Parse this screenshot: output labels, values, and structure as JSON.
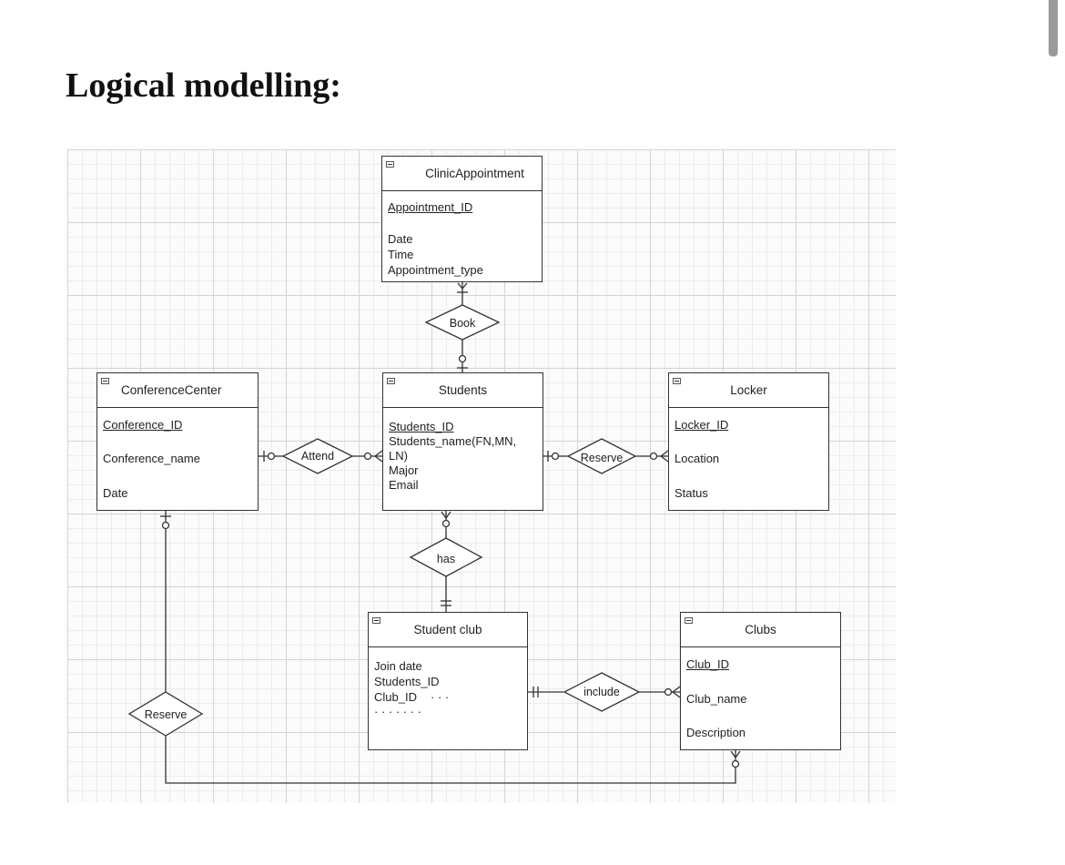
{
  "page": {
    "heading": "Logical modelling:"
  },
  "entities": {
    "clinic_appointment": {
      "title": "ClinicAppointment",
      "pk": "Appointment_ID",
      "attrs": [
        "Date",
        "Time",
        "Appointment_type"
      ]
    },
    "conference_center": {
      "title": "ConferenceCenter",
      "pk": "Conference_ID",
      "attrs": [
        "Conference_name",
        "Date"
      ]
    },
    "students": {
      "title": "Students",
      "pk": "Students_ID",
      "attrs": [
        "Students_name(FN,MN,",
        "LN)",
        "Major",
        "Email"
      ]
    },
    "locker": {
      "title": "Locker",
      "pk": "Locker_ID",
      "attrs": [
        "Location",
        "Status"
      ]
    },
    "student_club": {
      "title": "Student club",
      "attrs": [
        "Join date",
        "Students_ID",
        "Club_ID",
        "· · ·",
        "· · · · · · ·"
      ]
    },
    "clubs": {
      "title": "Clubs",
      "pk": "Club_ID",
      "attrs": [
        "Club_name",
        "Description"
      ]
    }
  },
  "relationships": {
    "book": "Book",
    "attend": "Attend",
    "reserve_locker": "Reserve",
    "has": "has",
    "include": "include",
    "reserve_conference": "Reserve"
  }
}
